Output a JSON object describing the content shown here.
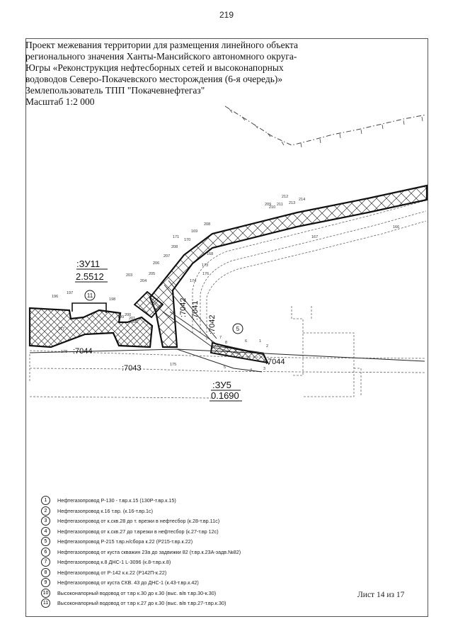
{
  "page_number": "219",
  "title_lines": [
    "Проект межевания территории для размещения линейного объекта",
    "регионального значения Ханты-Мансийского автономного округа-",
    "Югры «Реконструкция нефтесборных сетей и высоконапорных",
    "водоводов Северо-Покачевского месторождения (6-я очередь)»",
    "Землепользователь ТПП \"Покачевнефтегаз\"",
    "Масштаб 1:2 000"
  ],
  "parcels": [
    {
      "id": "zu11",
      "label": ":ЗУ11",
      "area": "2.5512"
    },
    {
      "id": "zu5",
      "label": ":ЗУ5",
      "area": "0.1690"
    }
  ],
  "cadastral_labels": [
    ":7044",
    ":7043",
    ":7042",
    ":7041",
    ":7042",
    ":7044"
  ],
  "object_markers": [
    "11",
    "5"
  ],
  "point_labels": [
    "196",
    "197",
    "198",
    "177",
    "178",
    "199",
    "200",
    "201",
    "202",
    "203",
    "204",
    "205",
    "206",
    "207",
    "208",
    "171",
    "170",
    "169",
    "168",
    "173",
    "174",
    "175",
    "176",
    "166",
    "167",
    "208",
    "209",
    "210",
    "211",
    "212",
    "213",
    "214",
    "1",
    "2",
    "3",
    "4",
    "5",
    "6",
    "7",
    "8"
  ],
  "legend": [
    {
      "num": "1",
      "label": "Нефтегазопровод Р-130 - т.вр.к.15 (130Р-т.вр.к.15)"
    },
    {
      "num": "2",
      "label": "Нефтегазопровод к.16 т.вр. (к.16-т.вр.1с)"
    },
    {
      "num": "3",
      "label": "Нефтегазопровод от к.скв.28 до т. врезки в нефтесбор (к.28-т.вр.11с)"
    },
    {
      "num": "4",
      "label": "Нефтегазопровод от к.скв.27 до т.врезки в нефтесбор (к.27-т.вр 12с)"
    },
    {
      "num": "5",
      "label": "Нефтегазопровод Р-215 т.вр.н/сбора к.22 (Р215-т.вр.к.22)"
    },
    {
      "num": "6",
      "label": "Нефтегазопровод от куста скважин 23а до задвижки 82 (т.вр.к.23А-задв.№82)"
    },
    {
      "num": "7",
      "label": "Нефтегазопровод к.8 ДНС-1 L-3096 (к.8-т.вр.к.8)"
    },
    {
      "num": "8",
      "label": "Нефтегазопровод от Р-142 к.к.22 (Р142П-к.22)"
    },
    {
      "num": "9",
      "label": "Нефтегазопровод от куста СКВ. 43 до ДНС-1 (к.43-т.вр.к.42)"
    },
    {
      "num": "10",
      "label": "Высоконапорный водовод от т.вр к.30  до к.30 (выс. в/в т.вр.30-к.30)"
    },
    {
      "num": "11",
      "label": "Высоконапорный водовод от т.вр к.27 до к.30 (выс. в/в т.вр.27-т.вр.к.30)"
    }
  ],
  "sheet_label": "Лист 14 из 17"
}
